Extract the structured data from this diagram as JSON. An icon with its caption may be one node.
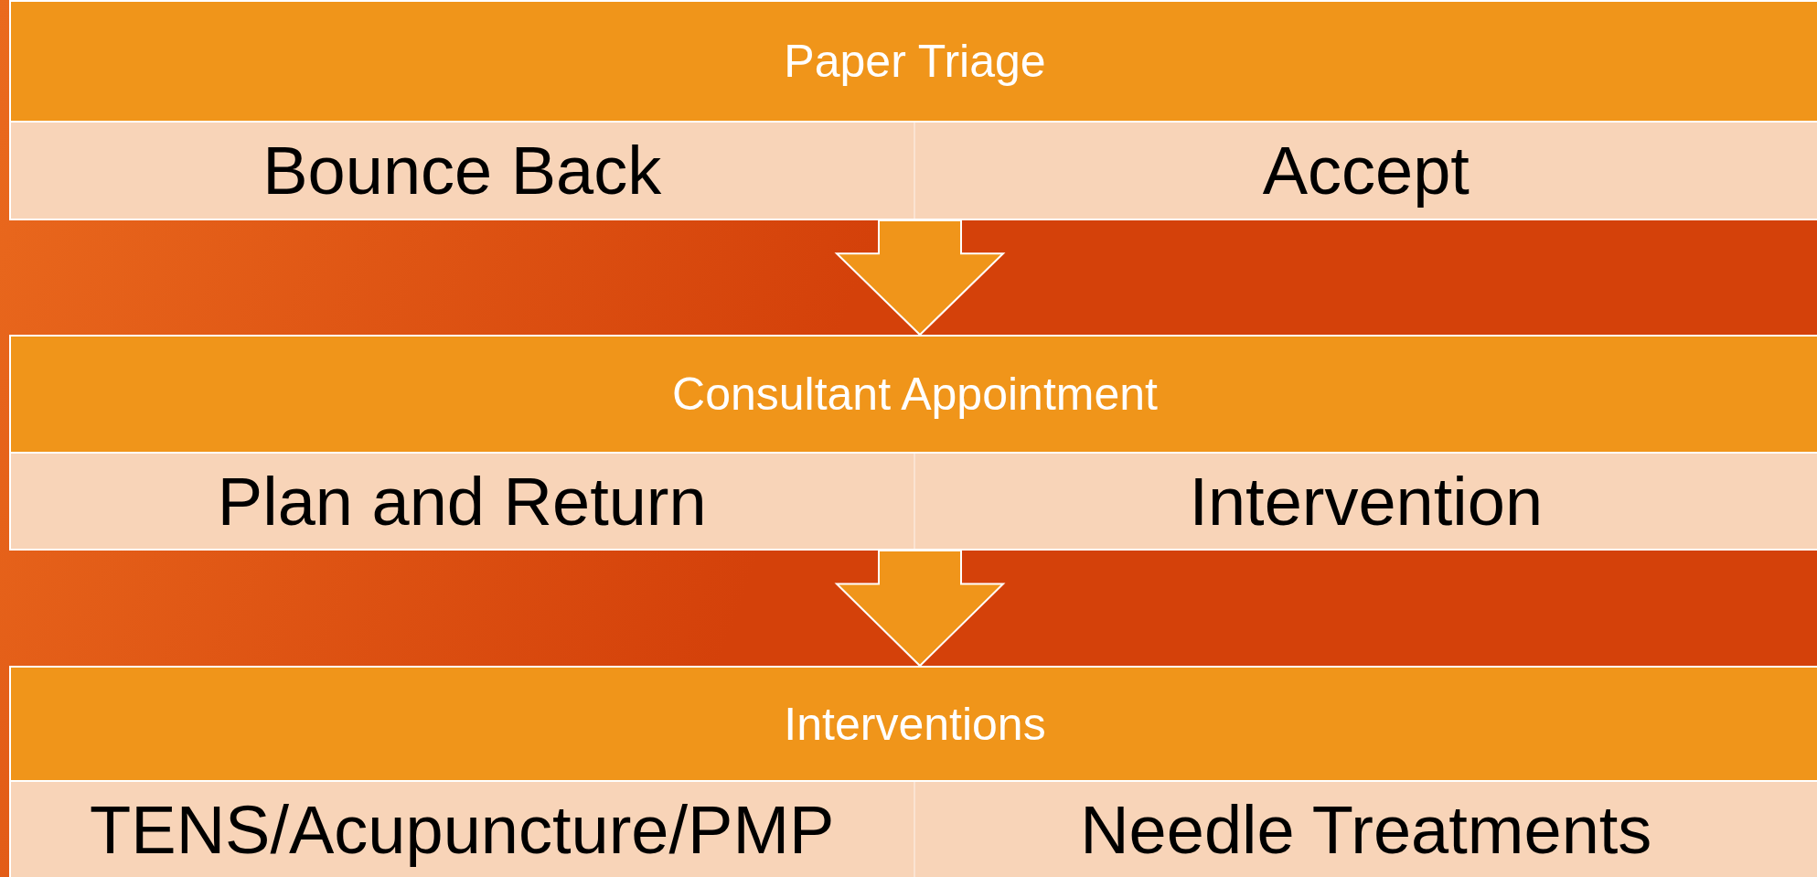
{
  "diagram": {
    "nodes": [
      {
        "text": [
          "Paper Triage"
        ]
      },
      {
        "text": [
          "Bounce Back"
        ],
        "in": 0
      },
      {
        "text": [
          "Accept"
        ],
        "in": 0
      },
      {
        "text": [
          "Consultant Appointment"
        ]
      },
      {
        "text": [
          "Plan and Return"
        ],
        "in": 3
      },
      {
        "text": [
          "Intervention"
        ],
        "in": 3
      },
      {
        "text": [
          "Interventions"
        ]
      },
      {
        "text": [
          "TENS/Acupuncture/PMP"
        ],
        "in": 6
      },
      {
        "text": [
          "Needle Treatments"
        ],
        "in": 6
      }
    ],
    "edges": [
      {
        "from": 0,
        "to": 3,
        "arrow": "to"
      },
      {
        "from": 3,
        "to": 6,
        "arrow": "to"
      }
    ]
  }
}
